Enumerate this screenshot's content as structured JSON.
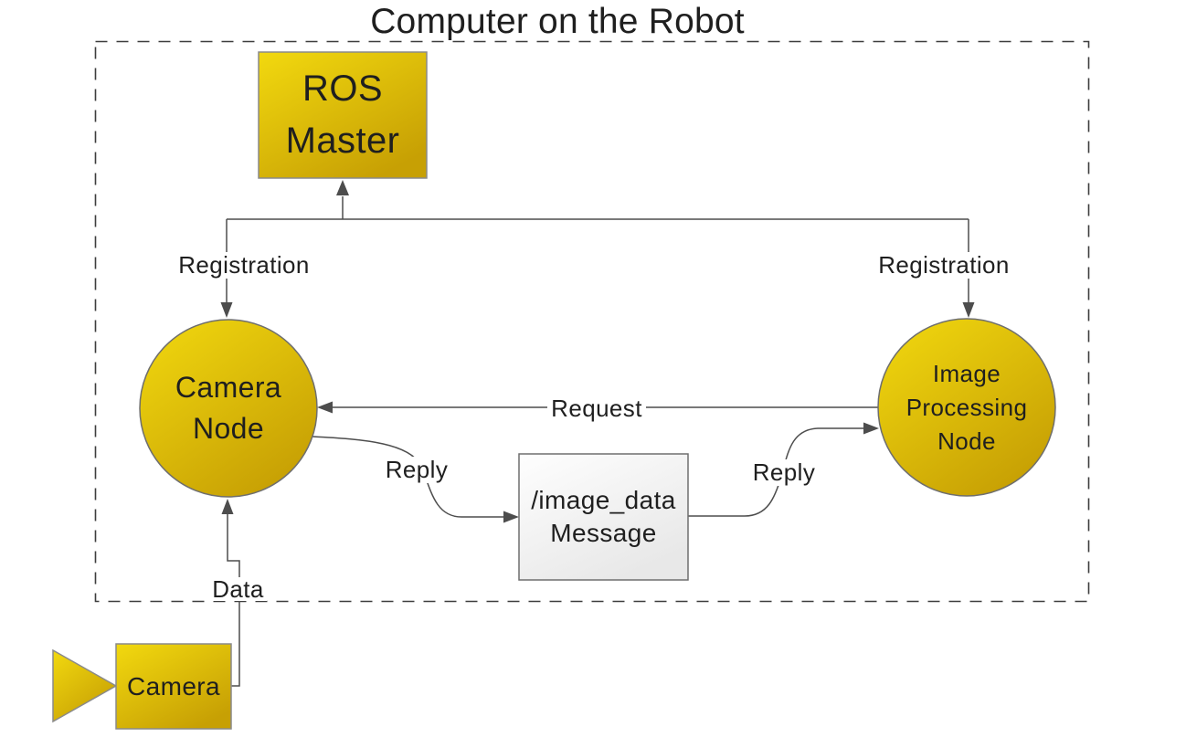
{
  "diagram": {
    "title": "Computer on the Robot",
    "nodes": {
      "ros_master": {
        "label": "ROS\nMaster",
        "shape": "rectangle"
      },
      "camera_node": {
        "label": "Camera\nNode",
        "shape": "circle"
      },
      "image_processing_node": {
        "label": "Image\nProcessing\nNode",
        "shape": "circle"
      },
      "image_data_message": {
        "label": "/image_data\nMessage",
        "shape": "rectangle"
      },
      "camera_device": {
        "label": "Camera",
        "shape": "rectangle-with-lens-triangle"
      }
    },
    "edges": {
      "registration_left": {
        "label": "Registration"
      },
      "registration_right": {
        "label": "Registration"
      },
      "request": {
        "label": "Request"
      },
      "reply_left": {
        "label": "Reply"
      },
      "reply_right": {
        "label": "Reply"
      },
      "data": {
        "label": "Data"
      }
    },
    "colors": {
      "node_fill_top": "#F2D90F",
      "node_fill_bottom": "#C7A004",
      "node_border": "#8a8a8a",
      "message_fill_top": "#FEFEFE",
      "message_fill_bottom": "#E8E8E8",
      "message_border": "#6f6f6f",
      "connector_line": "#4d4d4d",
      "boundary_dash": "#3d3d3d",
      "text": "#1f1f1f",
      "background": "#ffffff"
    }
  }
}
